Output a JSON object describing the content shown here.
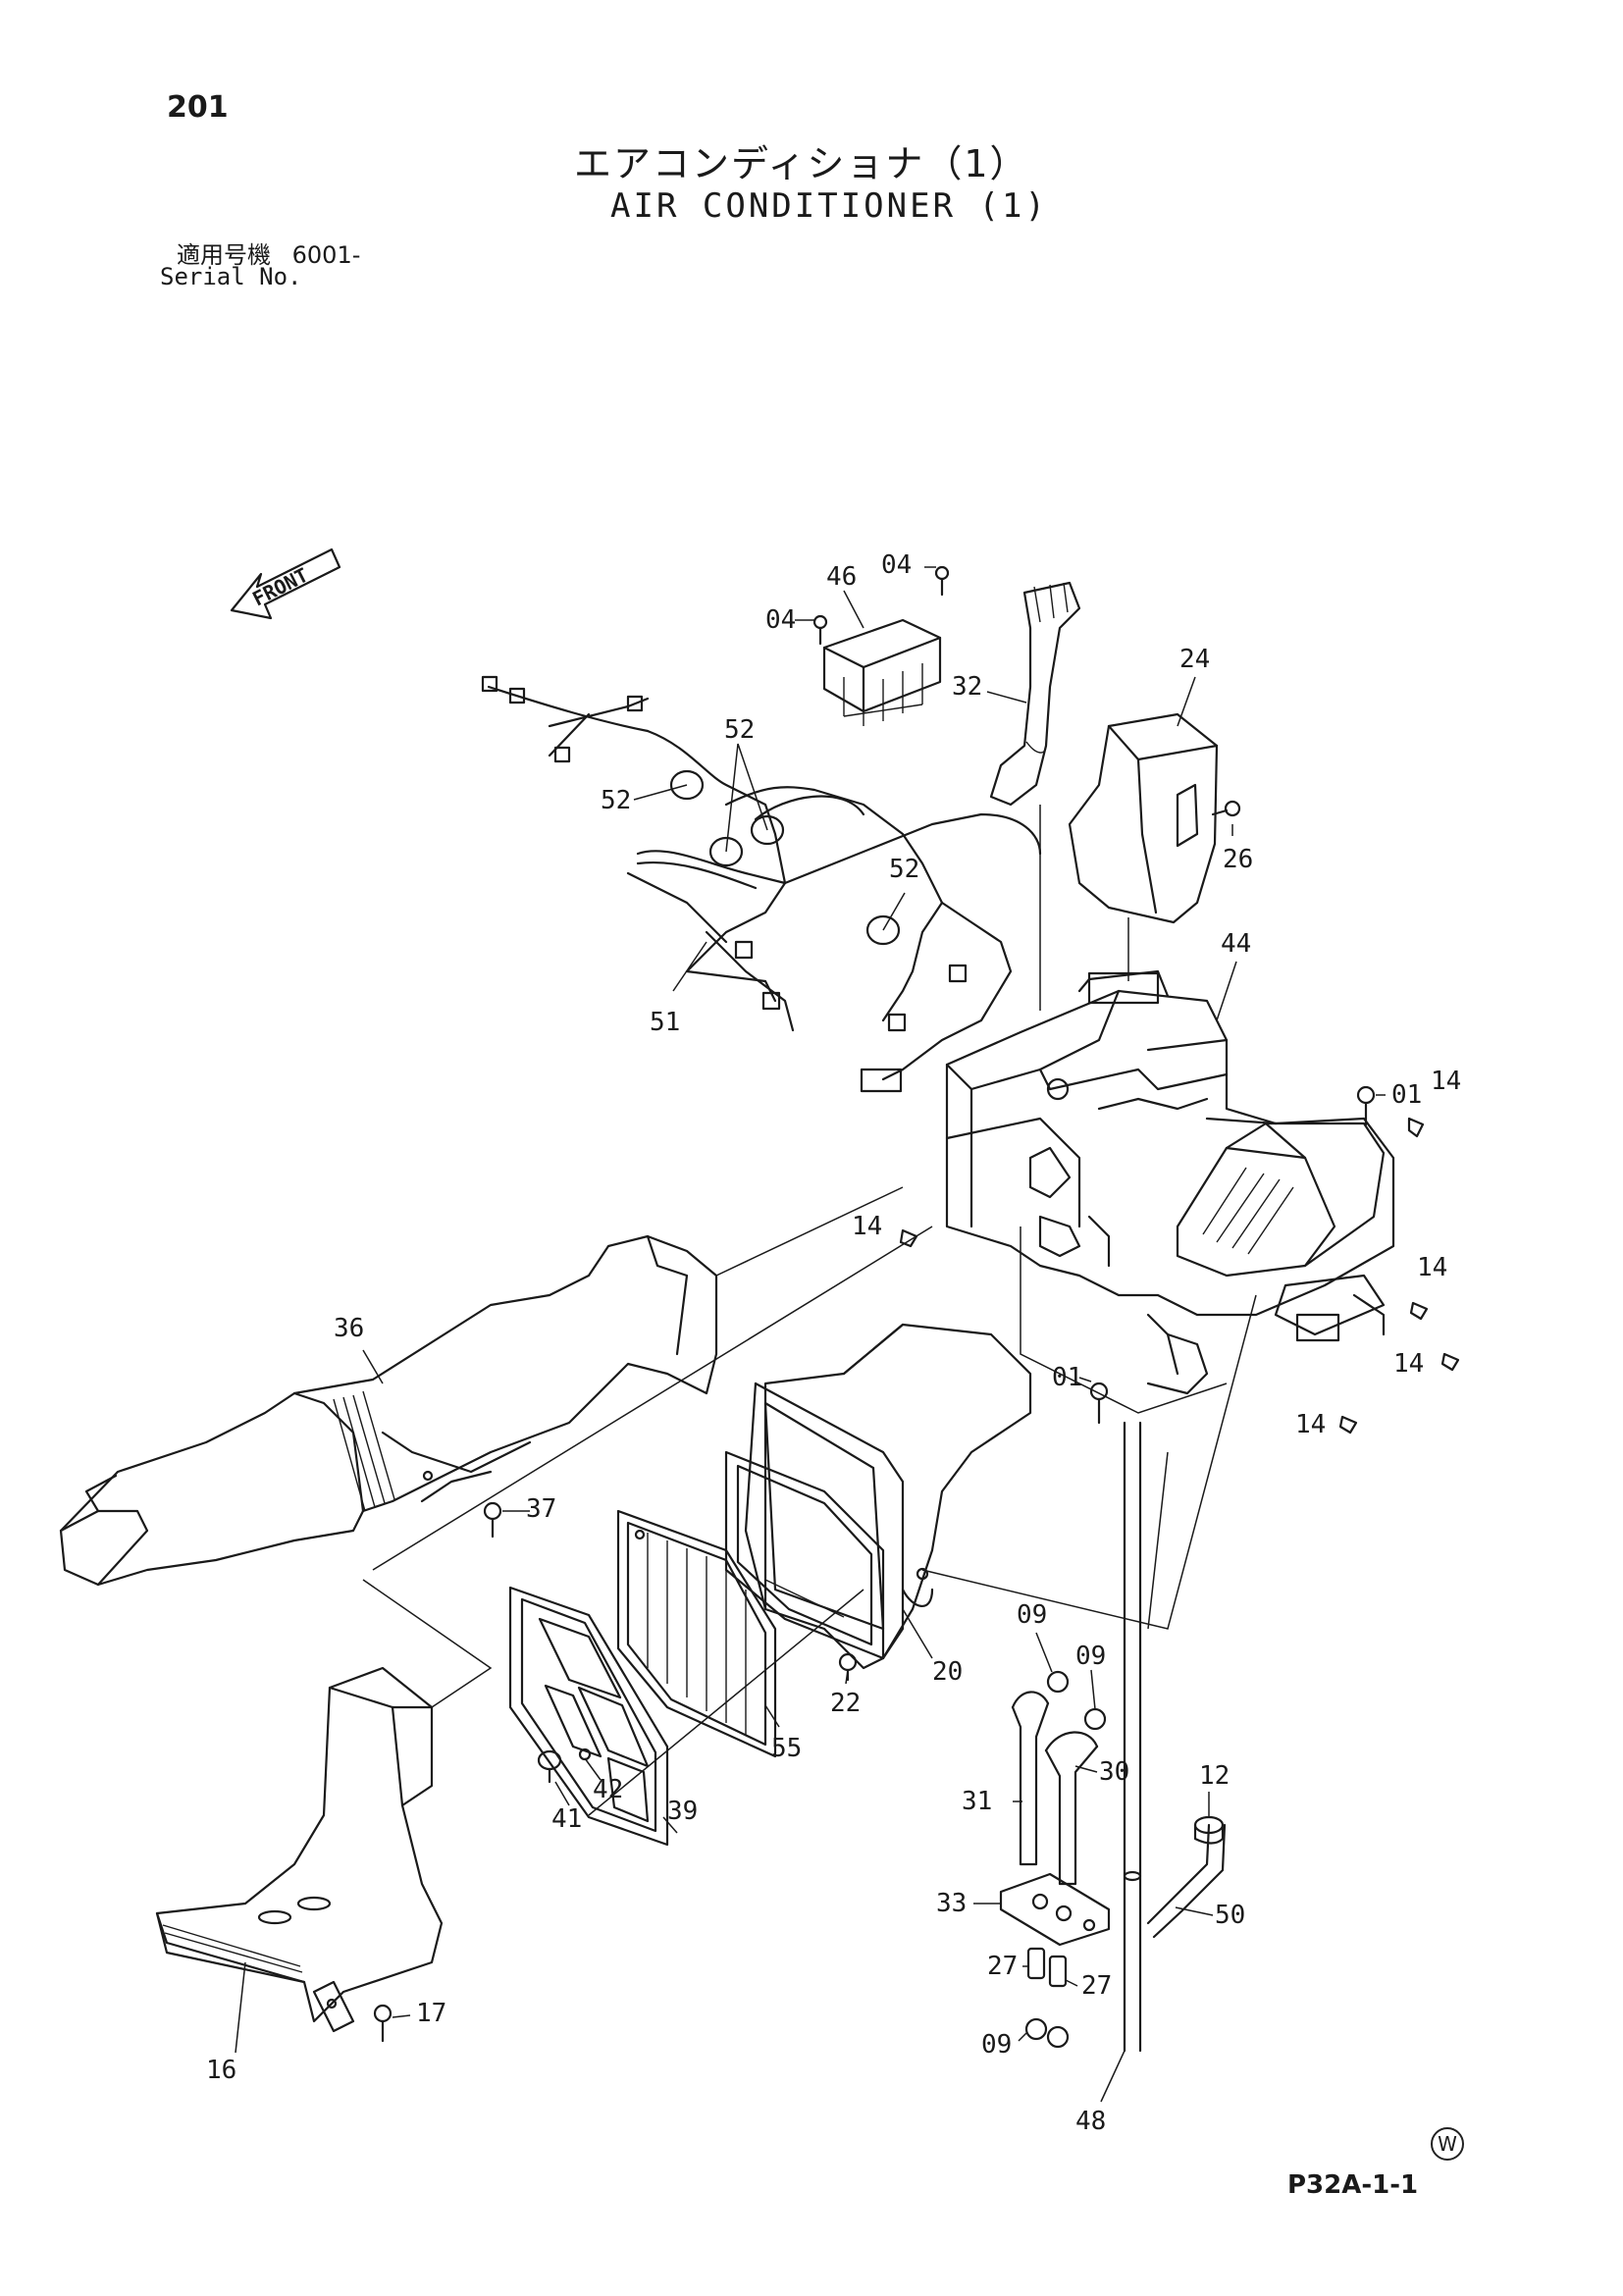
{
  "page_number": "201",
  "title_jp": "エアコンディショナ（1）",
  "title_en": "AIR CONDITIONER (1)",
  "serial_label_jp": "適用号機",
  "serial_value": "6001-",
  "serial_label_en": "Serial No.",
  "front_label": "FRONT",
  "diagram_code": "P32A-1-1",
  "watermark_letter": "W",
  "callouts": [
    "201",
    "46",
    "04",
    "04",
    "32",
    "24",
    "52",
    "52",
    "26",
    "52",
    "44",
    "51",
    "01",
    "14",
    "14",
    "14",
    "14",
    "14",
    "36",
    "01",
    "37",
    "20",
    "09",
    "09",
    "22",
    "55",
    "30",
    "31",
    "12",
    "41",
    "42",
    "39",
    "33",
    "50",
    "27",
    "27",
    "17",
    "09",
    "16",
    "48"
  ]
}
